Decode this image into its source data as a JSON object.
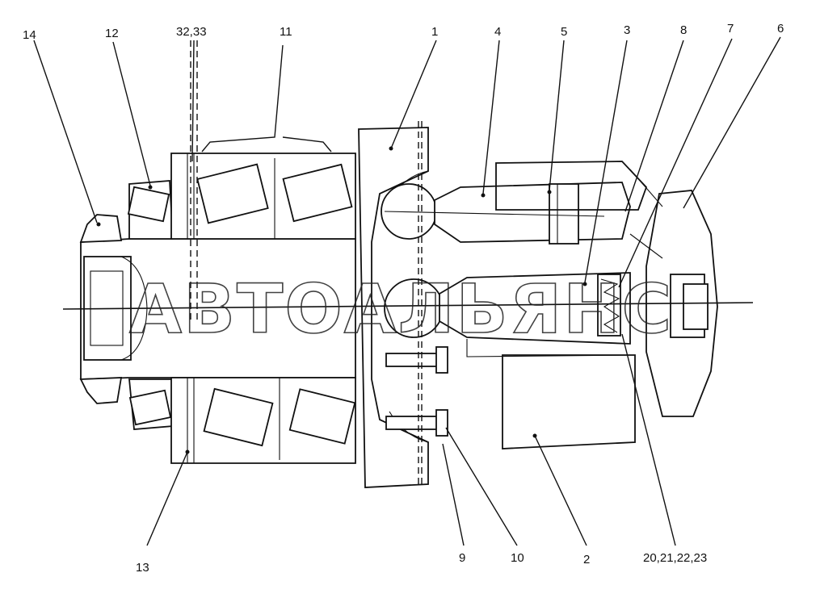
{
  "watermark": "АВТОАЛЬЯНС",
  "labels": {
    "l14": "14",
    "l12": "12",
    "l3233": "32,33",
    "l11": "11",
    "l1": "1",
    "l4": "4",
    "l5": "5",
    "l3": "3",
    "l8": "8",
    "l7": "7",
    "l6": "6",
    "l13": "13",
    "l9": "9",
    "l10": "10",
    "l2": "2",
    "l20": "20,21,22,23"
  }
}
